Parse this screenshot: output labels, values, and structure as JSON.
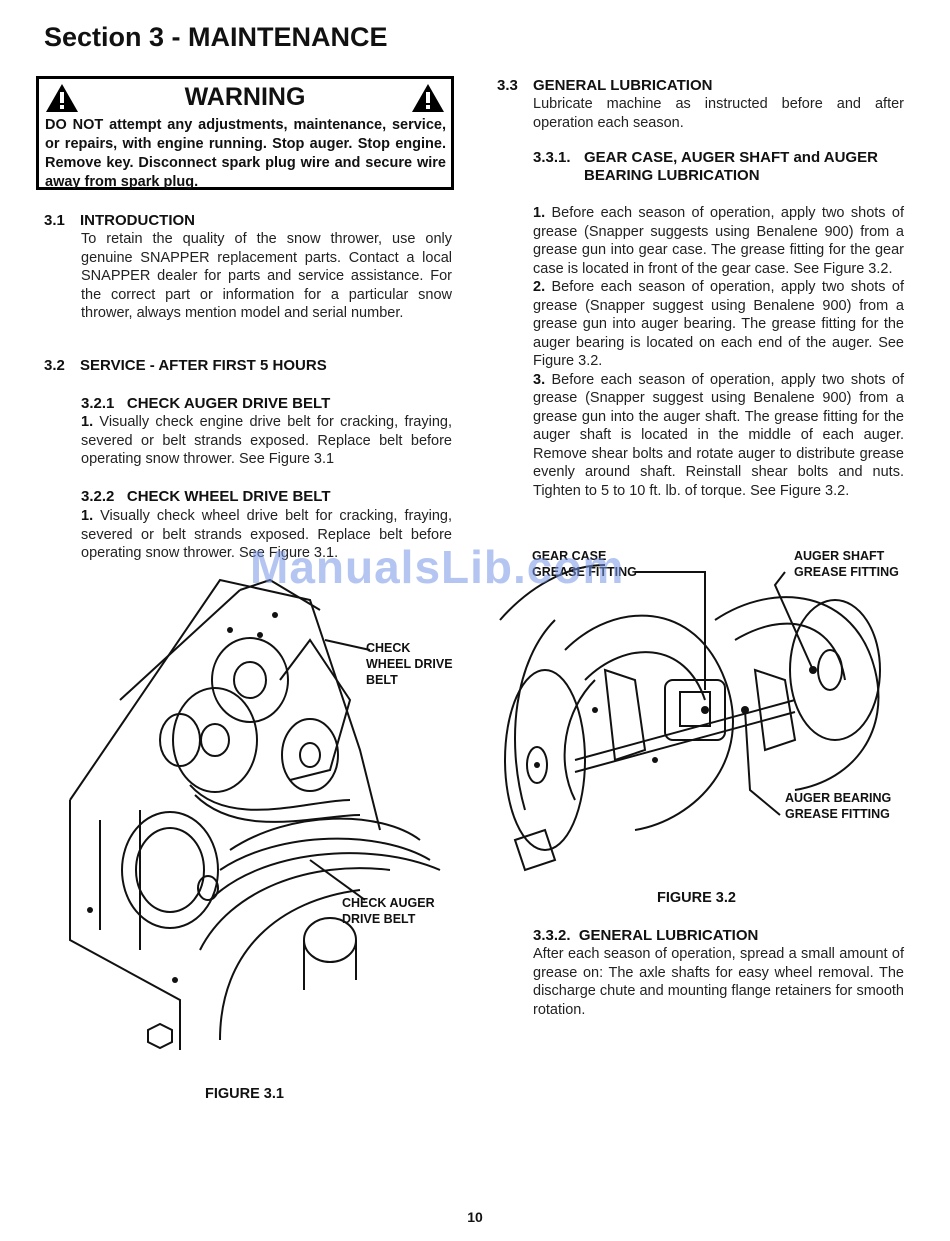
{
  "section_title": "Section 3 - MAINTENANCE",
  "warning": {
    "heading": "WARNING",
    "text": "DO NOT attempt any adjustments, maintenance, service, or repairs, with engine running. Stop auger. Stop engine. Remove key. Disconnect spark plug wire and secure wire away from spark plug."
  },
  "s3_1": {
    "num": "3.1",
    "title": "INTRODUCTION",
    "body": "To retain the quality of the snow thrower, use only genuine SNAPPER replacement parts. Contact a local SNAPPER dealer for parts and service assistance. For the correct part or information for a particular snow thrower, always mention model and serial number."
  },
  "s3_2": {
    "num": "3.2",
    "title": "SERVICE - AFTER FIRST 5 HOURS"
  },
  "s3_2_1": {
    "num": "3.2.1",
    "title": "CHECK AUGER DRIVE BELT",
    "step": "1.",
    "body": "Visually check engine drive belt for cracking, fraying, severed or belt strands exposed. Replace belt before operating snow thrower. See Figure 3.1"
  },
  "s3_2_2": {
    "num": "3.2.2",
    "title": "CHECK WHEEL DRIVE BELT",
    "step": "1.",
    "body": "Visually check wheel drive belt for cracking, fraying, severed or belt strands exposed. Replace belt before operating snow thrower. See Figure 3.1."
  },
  "s3_3": {
    "num": "3.3",
    "title": "GENERAL LUBRICATION",
    "body": "Lubricate machine as instructed before and after operation each season."
  },
  "s3_3_1": {
    "num": "3.3.1.",
    "title_line1": "GEAR CASE, AUGER SHAFT and AUGER",
    "title_line2": "BEARING LUBRICATION",
    "steps": [
      {
        "n": "1.",
        "text": "Before each season of operation, apply two shots of grease (Snapper suggests using Benalene 900) from a grease gun into gear case. The grease fitting for the gear case is located in front of the gear case. See Figure 3.2."
      },
      {
        "n": "2.",
        "text": "Before each season of operation, apply two shots of grease (Snapper suggest using Benalene 900) from a grease gun into auger bearing. The grease fitting for the auger bearing is located on each end of the auger. See Figure 3.2."
      },
      {
        "n": "3.",
        "text": "Before each season of operation, apply two shots of grease (Snapper suggest using Benalene 900) from a grease gun into the auger shaft. The grease fitting for the auger shaft is located in the middle of each auger. Remove shear bolts and rotate auger to distribute grease evenly around shaft. Reinstall shear bolts and nuts. Tighten to 5 to 10 ft. lb. of torque. See Figure 3.2."
      }
    ]
  },
  "s3_3_2": {
    "num": "3.3.2.",
    "title": "GENERAL LUBRICATION",
    "body": "After each season of operation, spread a small amount of grease on: The axle shafts for easy wheel removal. The discharge chute and mounting flange retainers for smooth rotation."
  },
  "figure_3_1": {
    "caption": "FIGURE 3.1",
    "label_wheel": [
      "CHECK",
      "WHEEL DRIVE",
      "BELT"
    ],
    "label_auger": [
      "CHECK AUGER",
      "DRIVE BELT"
    ]
  },
  "figure_3_2": {
    "caption": "FIGURE 3.2",
    "label_gear": [
      "GEAR CASE",
      "GREASE FITTING"
    ],
    "label_shaft": [
      "AUGER SHAFT",
      "GREASE FITTING"
    ],
    "label_bearing": [
      "AUGER BEARING",
      "GREASE FITTING"
    ]
  },
  "watermark": "ManualsLib.com",
  "page_number": "10"
}
